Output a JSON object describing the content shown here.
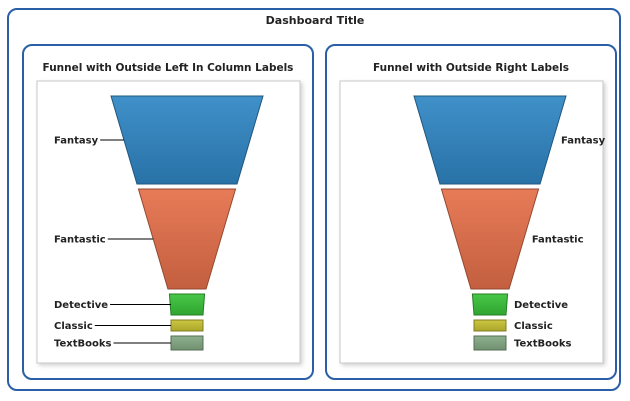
{
  "dashboard_title": "Dashboard Title",
  "chart_data": [
    {
      "type": "funnel",
      "title": "Funnel with Outside Left In Column Labels",
      "label_position": "outside-left-column",
      "categories": [
        "Fantasy",
        "Fantastic",
        "Detective",
        "Classic",
        "TextBooks"
      ],
      "values": [
        88,
        100,
        21,
        11,
        14
      ],
      "colors": [
        "#2f86c4",
        "#e5704a",
        "#38c238",
        "#c9c232",
        "#84a984"
      ]
    },
    {
      "type": "funnel",
      "title": "Funnel with Outside Right Labels",
      "label_position": "outside-right",
      "categories": [
        "Fantasy",
        "Fantastic",
        "Detective",
        "Classic",
        "TextBooks"
      ],
      "values": [
        88,
        100,
        21,
        11,
        14
      ],
      "colors": [
        "#2f86c4",
        "#e5704a",
        "#38c238",
        "#c9c232",
        "#84a984"
      ]
    }
  ]
}
